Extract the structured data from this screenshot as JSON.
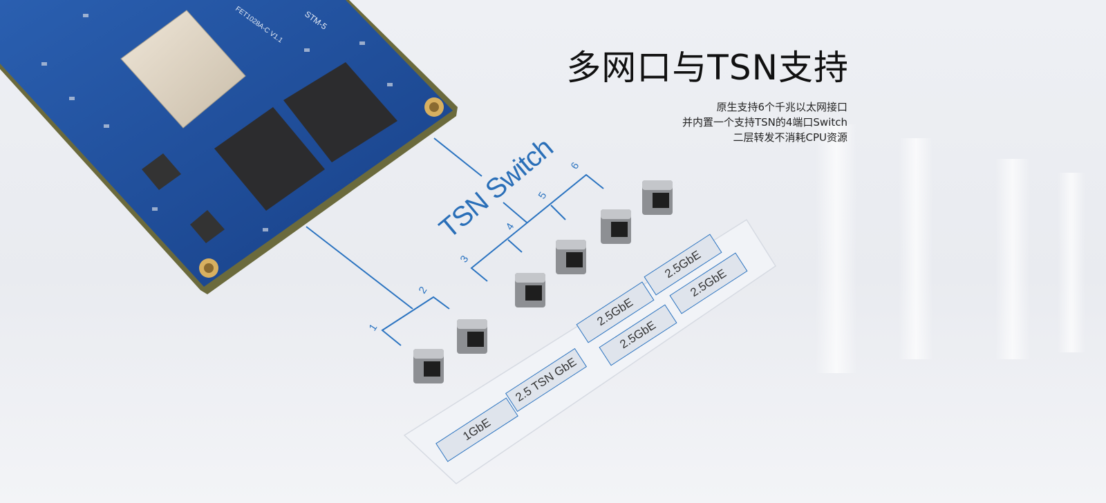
{
  "heading": {
    "title": "多网口与TSN支持",
    "lines": [
      "原生支持6个千兆以太网接口",
      "并内置一个支持TSN的4端口Switch",
      "二层转发不消耗CPU资源"
    ]
  },
  "diagram": {
    "switch_label": "TSN Switch",
    "port_numbers": [
      "1",
      "2",
      "3",
      "4",
      "5",
      "6"
    ],
    "port_labels": [
      "1GbE",
      "2.5 TSN GbE",
      "2.5GbE",
      "2.5GbE",
      "2.5GbE",
      "2.5GbE"
    ],
    "board_markings": [
      "STM-5",
      "FET1028A-C V1.1"
    ]
  },
  "colors": {
    "accent": "#2a73c0",
    "board": "#1f4f9c",
    "background": "#eceef2"
  }
}
